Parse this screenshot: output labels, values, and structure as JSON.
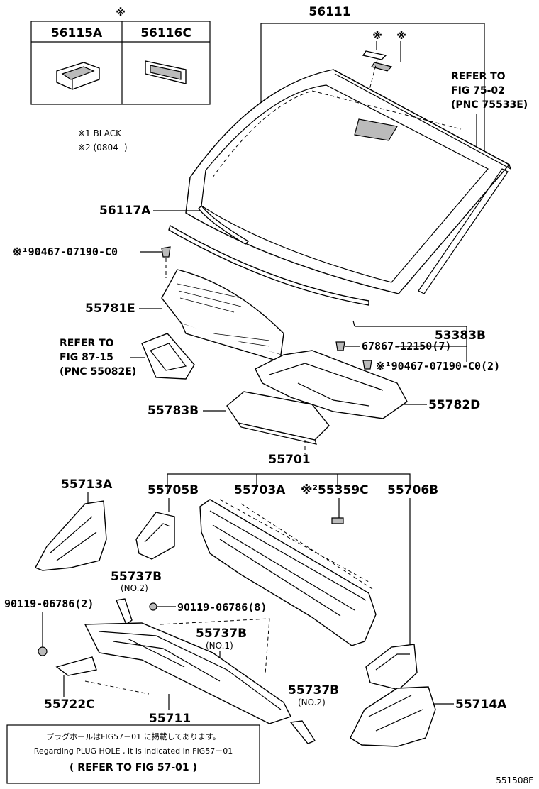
{
  "callouts": {
    "top_symbol": "※",
    "kit_left": "56115A",
    "kit_right": "56116C",
    "windshield": "56111",
    "sym_a": "※",
    "sym_b": "※",
    "refer1_l1": "REFER TO",
    "refer1_l2": "FIG 75-02",
    "refer1_l3": "(PNC 75533E)",
    "note1": "※1 BLACK",
    "note2": "※2 (0804-      )",
    "moulding": "56117A",
    "clip1": "※¹90467-07190-C0",
    "cowl_louver": "55781E",
    "group_53383": "53383B",
    "clip2": "67867-12150(7)",
    "clip3": "※¹90467-07190-C0(2)",
    "refer2_l1": "REFER TO",
    "refer2_l2": "FIG 87-15",
    "refer2_l3": "(PNC 55082E)",
    "panel_55783": "55783B",
    "panel_55782": "55782D",
    "cowl_assy": "55701",
    "p55713": "55713A",
    "p55705": "55705B",
    "p55703": "55703A",
    "p55359": "※²55359C",
    "p55706": "55706B",
    "p55737_top": "55737B",
    "p55737_top_sub": "(NO.2)",
    "bolt_left": "90119-06786(2)",
    "bolt_mid": "90119-06786(8)",
    "p55737_mid": "55737B",
    "p55737_mid_sub": "(NO.1)",
    "p55737_low": "55737B",
    "p55737_low_sub": "(NO.2)",
    "p55722": "55722C",
    "p55711": "55711",
    "p55714": "55714A",
    "footer_jp": "プラグホールはFIG57－01 に掲載してあります。",
    "footer_en": "Regarding PLUG HOLE , it is indicated in FIG57－01",
    "footer_ref": "( REFER TO FIG 57-01 )",
    "figure_id": "551508F"
  }
}
